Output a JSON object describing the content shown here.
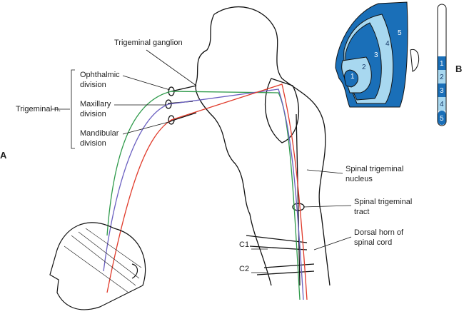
{
  "panel_labels": {
    "a": "A",
    "b": "B"
  },
  "labels": {
    "trigeminal_ganglion": "Trigeminal ganglion",
    "trigeminal_nerve": "Trigeminal n.",
    "ophthalmic": [
      "Ophthalmic",
      "division"
    ],
    "maxillary": [
      "Maxillary",
      "division"
    ],
    "mandibular": [
      "Mandibular",
      "division"
    ],
    "spinal_nucleus": [
      "Spinal trigeminal",
      "nucleus"
    ],
    "spinal_tract": [
      "Spinal trigeminal",
      "tract"
    ],
    "dorsal_horn": [
      "Dorsal horn of",
      "spinal cord"
    ],
    "c1": "C1",
    "c2": "C2"
  },
  "face_zones": [
    "1",
    "2",
    "3",
    "4",
    "5"
  ],
  "scale_bar": [
    "1",
    "2",
    "3",
    "4",
    "5"
  ],
  "colors": {
    "ophthalmic": "#2e9a4a",
    "maxillary": "#6a5fc0",
    "mandibular": "#e03a2a",
    "zone_dark": "#1a6fb8",
    "zone_light": "#a8d8f0"
  }
}
